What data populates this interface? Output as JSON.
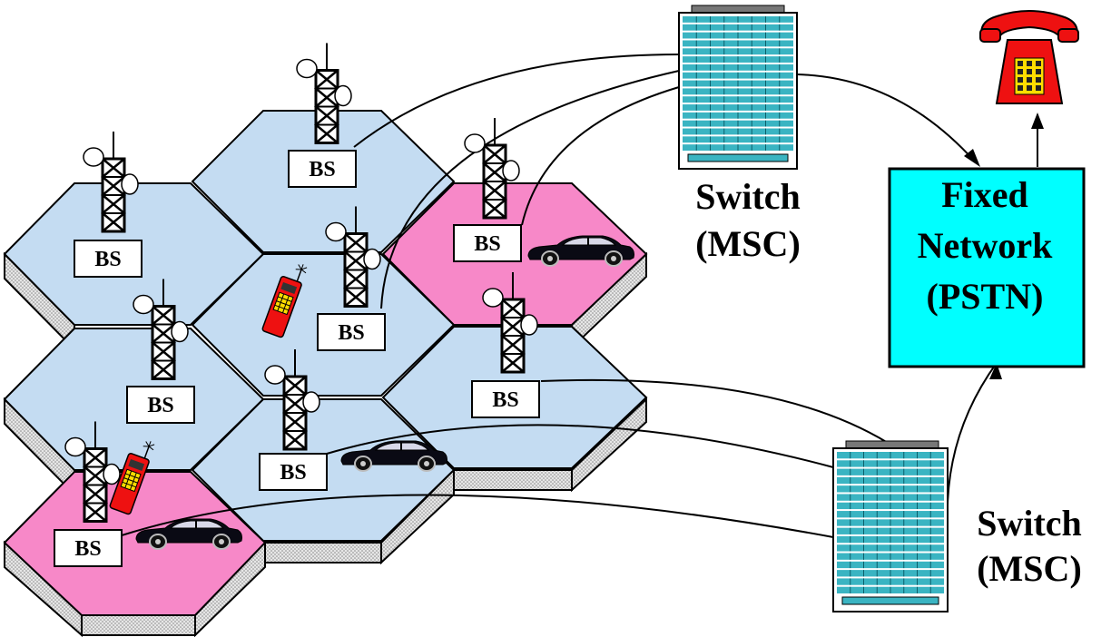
{
  "colors": {
    "cell_blue": "#c4dcf2",
    "cell_pink": "#f788c8",
    "edge_shade": "#c9c9c9",
    "building": "#3ab4c2",
    "network_box": "#00ffff",
    "phone_red": "#ee1111",
    "keypad_yellow": "#ffdd00"
  },
  "base_station_label": "BS",
  "switch_top": {
    "line1": "Switch",
    "line2": "(MSC)"
  },
  "switch_bottom": {
    "line1": "Switch",
    "line2": "(MSC)"
  },
  "fixed_network": {
    "line1": "Fixed",
    "line2": "Network",
    "line3": "(PSTN)"
  },
  "cells": [
    {
      "id": "far-left",
      "color": "blue"
    },
    {
      "id": "top-center",
      "color": "blue"
    },
    {
      "id": "center",
      "color": "blue"
    },
    {
      "id": "top-right",
      "color": "pink"
    },
    {
      "id": "middle-left",
      "color": "blue"
    },
    {
      "id": "middle-right",
      "color": "blue"
    },
    {
      "id": "lower-center",
      "color": "blue"
    },
    {
      "id": "bottom-left",
      "color": "pink"
    }
  ]
}
